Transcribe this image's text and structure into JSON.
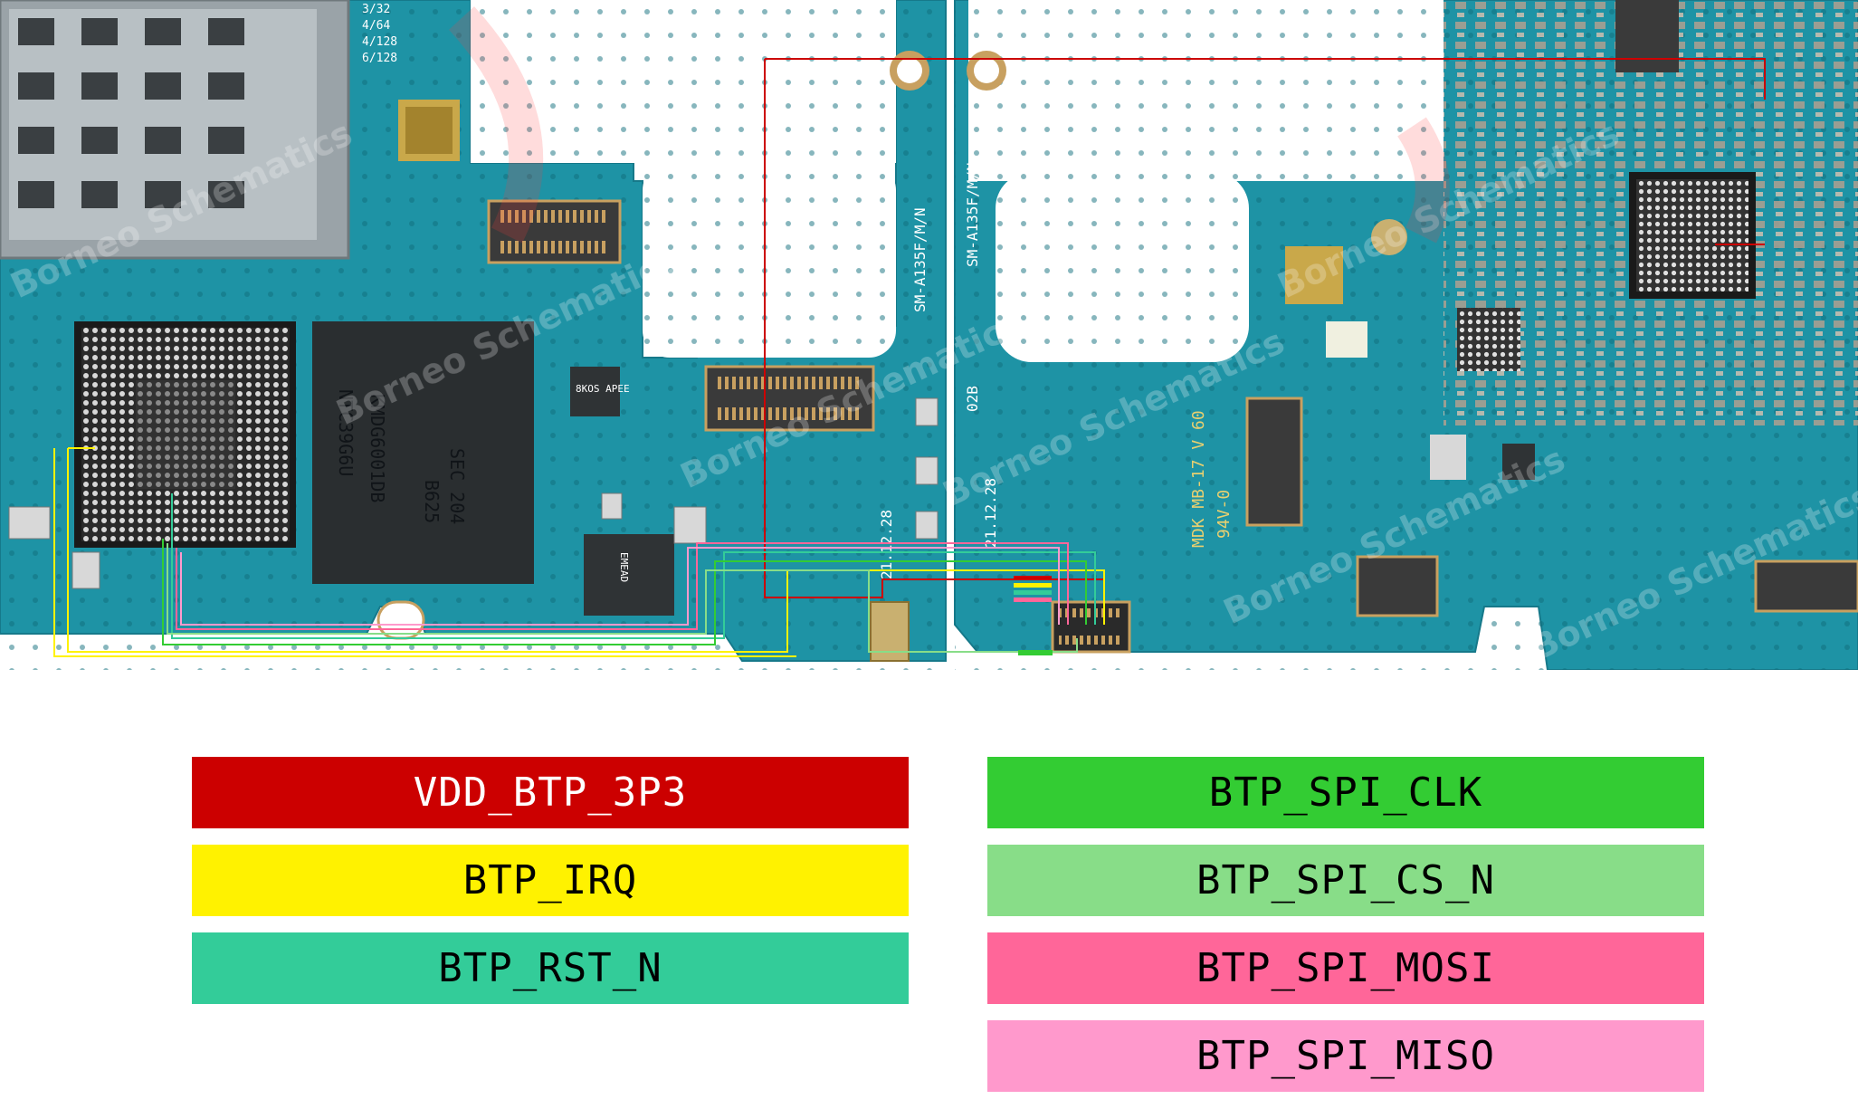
{
  "legend": [
    {
      "label": "VDD_BTP_3P3",
      "color": "#cc0000",
      "text_color": "#ffffff"
    },
    {
      "label": "BTP_IRQ",
      "color": "#fff200",
      "text_color": "#000000"
    },
    {
      "label": "BTP_RST_N",
      "color": "#33cc99",
      "text_color": "#000000"
    },
    {
      "label": "BTP_SPI_CLK",
      "color": "#33cc33",
      "text_color": "#000000"
    },
    {
      "label": "BTP_SPI_CS_N",
      "color": "#88dd88",
      "text_color": "#000000"
    },
    {
      "label": "BTP_SPI_MOSI",
      "color": "#ff6699",
      "text_color": "#000000"
    },
    {
      "label": "BTP_SPI_MISO",
      "color": "#ff99cc",
      "text_color": "#000000"
    }
  ],
  "board": {
    "pcb_color": "#1a8fa0",
    "silkscreen": {
      "model_left": "SM-A135F/M/N",
      "model_right": "SM-A135F/M/N",
      "ram_options": [
        "3/32",
        "4/64",
        "4/128",
        "6/128"
      ],
      "chip_sec": "SEC 204",
      "chip_b625": "B625",
      "chip_kmd": "KMDG6001DB",
      "chip_kmdu": "NTC39G6U",
      "chip_8kos": "8KOS APEE",
      "chip_emead": "EMEAD",
      "date_left": "21.12.28",
      "date_right": "21.12.28",
      "rev": "02B",
      "mdk_line1": "MDK MB-17 V 60",
      "mdk_line2": "94V-0"
    },
    "watermark": "Borneo Schematics"
  }
}
